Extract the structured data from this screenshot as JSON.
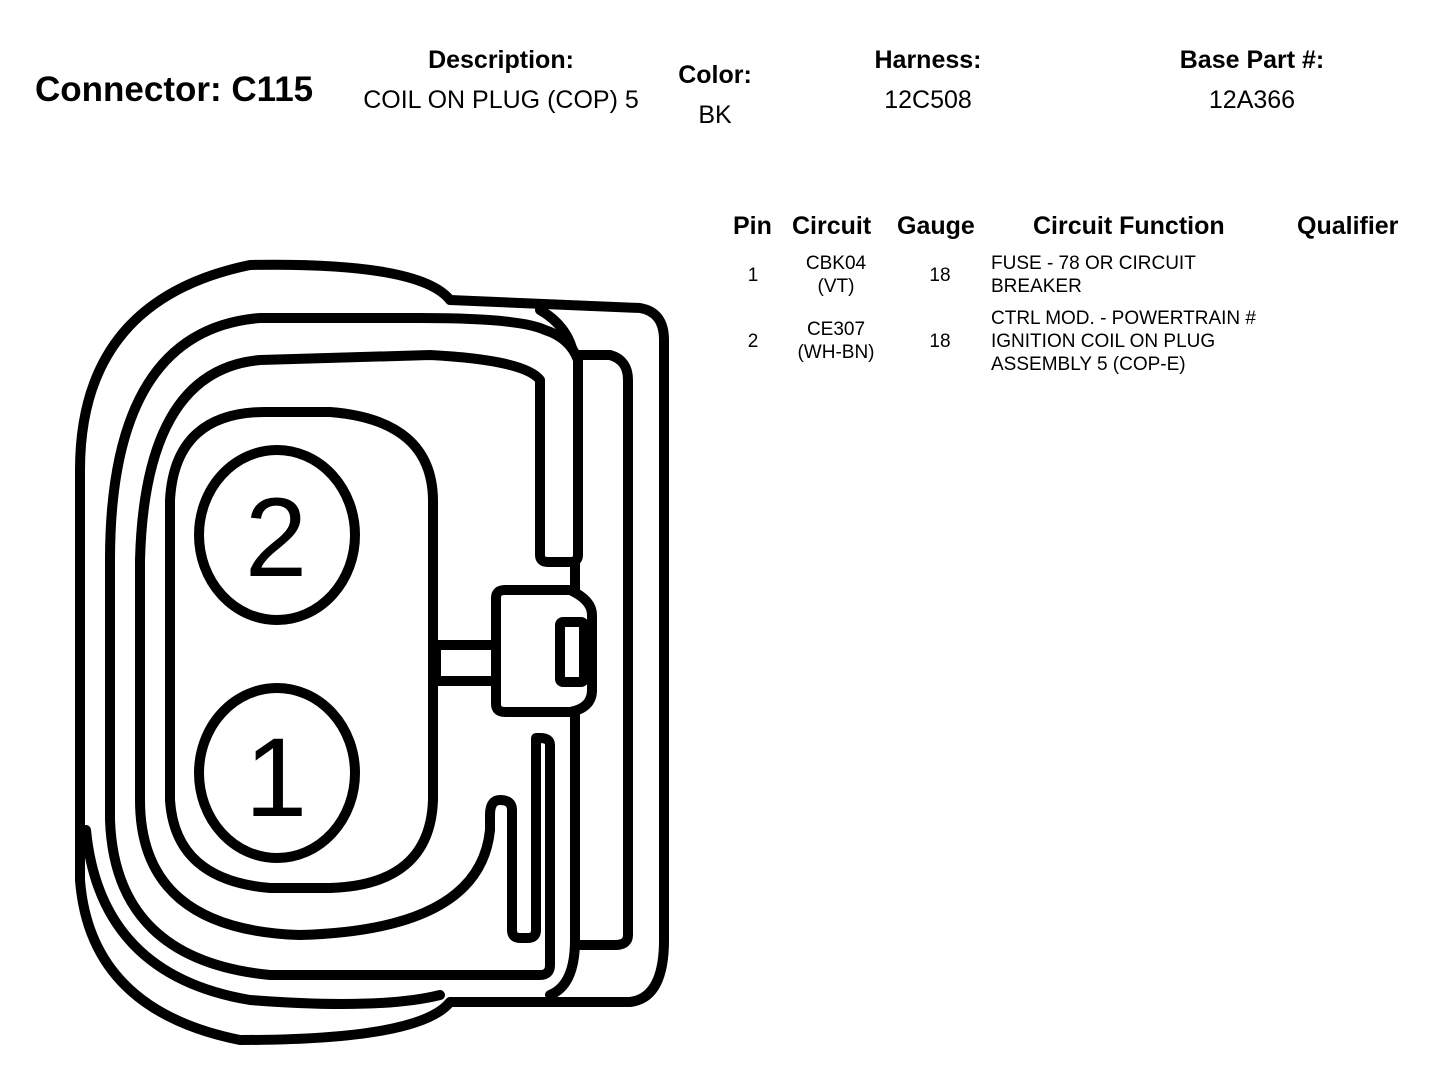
{
  "header": {
    "connector_title": "Connector: C115",
    "description_label": "Description:",
    "description_value": "COIL ON PLUG (COP) 5",
    "color_label": "Color:",
    "color_value": "BK",
    "harness_label": "Harness:",
    "harness_value": "12C508",
    "base_part_label": "Base Part #:",
    "base_part_value": "12A366"
  },
  "table": {
    "headers": {
      "pin": "Pin",
      "circuit": "Circuit",
      "gauge": "Gauge",
      "function": "Circuit Function",
      "qualifier": "Qualifier"
    },
    "rows": [
      {
        "pin": "1",
        "circuit": "CBK04",
        "circuit_color": "(VT)",
        "gauge": "18",
        "function": "FUSE - 78 OR CIRCUIT BREAKER",
        "qualifier": ""
      },
      {
        "pin": "2",
        "circuit": "CE307",
        "circuit_color": "(WH-BN)",
        "gauge": "18",
        "function": "CTRL MOD. - POWERTRAIN # IGNITION COIL ON PLUG ASSEMBLY 5 (COP-E)",
        "qualifier": ""
      }
    ]
  },
  "diagram": {
    "pin_labels": [
      "1",
      "2"
    ],
    "stroke_color": "#000000",
    "fill_color": "#ffffff"
  }
}
